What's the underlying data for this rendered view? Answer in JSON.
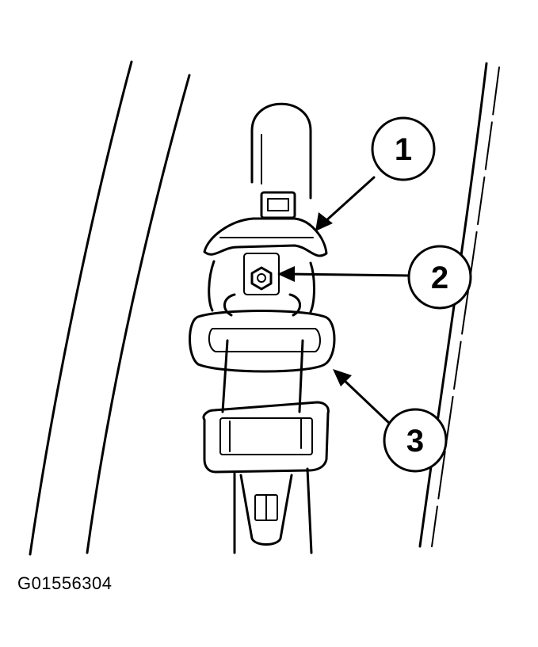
{
  "callouts": [
    {
      "label": "1"
    },
    {
      "label": "2"
    },
    {
      "label": "3"
    }
  ],
  "figure_id": "G01556304"
}
